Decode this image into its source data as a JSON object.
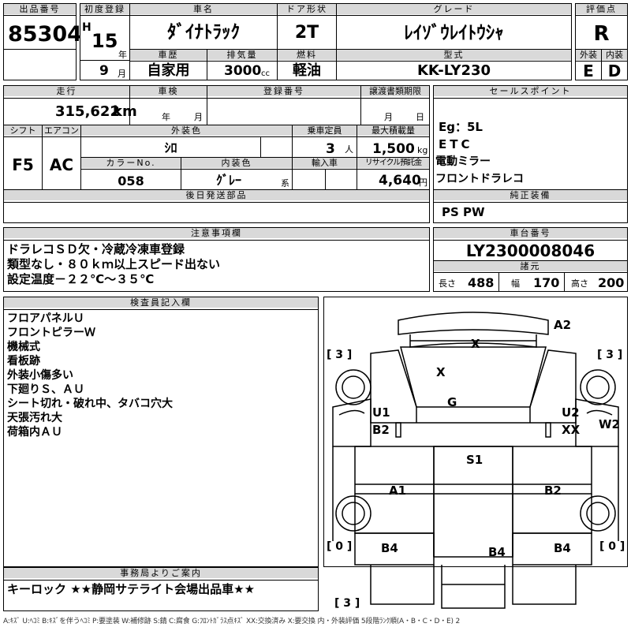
{
  "header": {
    "lot_no_label": "出品番号",
    "lot_no": "85304",
    "first_reg_label": "初度登録",
    "era": "H",
    "year": "15",
    "year_unit": "年",
    "month": "9",
    "month_unit": "月",
    "car_name_label": "車名",
    "car_name": "ﾀﾞｲﾅﾄﾗｯｸ",
    "door_label": "ドア形状",
    "door": "2T",
    "grade_label": "グレード",
    "grade": "ﾚｲｿﾞｳﾚｲﾄｳｼｬ",
    "score_label": "評価点",
    "score": "R",
    "history_label": "車歴",
    "history": "自家用",
    "displacement_label": "排気量",
    "displacement": "3000",
    "displacement_unit": "cc",
    "fuel_label": "燃料",
    "fuel": "軽油",
    "model_label": "型式",
    "model": "KK-LY230",
    "exterior_label": "外装",
    "exterior": "E",
    "interior_label": "内装",
    "interior": "D"
  },
  "row2": {
    "mileage_label": "走行",
    "mileage": "315,622",
    "mileage_unit": "km",
    "inspection_label": "車検",
    "inspection_year_unit": "年",
    "inspection_month_unit": "月",
    "reg_no_label": "登録番号",
    "transfer_label": "譲渡書類期限",
    "transfer_month_unit": "月",
    "transfer_day_unit": "日"
  },
  "row3": {
    "shift_label": "シフト",
    "shift": "F5",
    "aircon_label": "エアコン",
    "aircon": "AC",
    "ext_color_label": "外装色",
    "ext_color": "ｼﾛ",
    "capacity_label": "乗車定員",
    "capacity": "3",
    "capacity_unit": "人",
    "load_label": "最大積載量",
    "load": "1,500",
    "load_unit": "kg",
    "color_no_label": "カラーNo.",
    "color_no": "058",
    "int_color_label": "内装色",
    "int_color": "ｸﾞﾚｰ",
    "int_color_unit": "系",
    "import_label": "輸入車",
    "recycle_label": "リサイクル預託金",
    "recycle": "4,640",
    "recycle_unit": "円"
  },
  "later_parts_label": "後日発送部品",
  "sales_points": {
    "label": "セールスポイント",
    "items": [
      "Eg：5L",
      "ETC",
      "電動ミラー",
      "フロントドラレコ"
    ]
  },
  "genuine_equipment": {
    "label": "純正装備",
    "value": "PS PW"
  },
  "notes": {
    "label": "注意事項欄",
    "lines": [
      "ドラレコＳＤ欠・冷蔵冷凍車登録",
      "類型なし・８０ｋｍ以上スピード出ない",
      "設定温度－２２℃～３５℃"
    ]
  },
  "chassis": {
    "label": "車台番号",
    "value": "LY2300008046",
    "dims_label": "諸元",
    "length_label": "長さ",
    "length": "488",
    "width_label": "幅",
    "width": "170",
    "height_label": "高さ",
    "height": "200"
  },
  "inspector": {
    "label": "検査員記入欄",
    "lines": [
      "フロアパネルＵ",
      "フロントピラーＷ",
      "機械式",
      "看板跡",
      "外装小傷多い",
      "下廻りＳ、ＡＵ",
      "シート切れ・破れ中、タバコ穴大",
      "天張汚れ大",
      "荷箱内ＡＵ"
    ]
  },
  "diagram": {
    "tire_fl": "[ 3 ]",
    "tire_fr": "[ 3 ]",
    "tire_rl": "[ 0 ]",
    "tire_rr": "[ 0 ]",
    "tire_spare": "[ 3 ]",
    "marks": {
      "a2": "A2",
      "x_top": "X",
      "x_mid": "X",
      "g": "G",
      "u1": "U1",
      "b2_left": "B2",
      "u2": "U2",
      "xx": "XX",
      "w2": "W2",
      "s1": "S1",
      "a1": "A1",
      "b2_right": "B2",
      "b4_left": "B4",
      "b4_mid": "B4",
      "b4_right": "B4"
    }
  },
  "office": {
    "label": "事務局よりご案内",
    "text": "キーロック ★★静岡サテライト会場出品車★★"
  },
  "legend": "A:ｷｽﾞ U:ﾍｺﾐ B:ｷｽﾞを伴うﾍｺﾐ P:要塗装 W:補修跡 S:錆 C:腐食 G:ﾌﾛﾝﾄｶﾞﾗｽ点ｷｽﾞ XX:交換済み X:要交換 内・外装評価 5段階ﾗﾝｸ順(A・B・C・D・E) 2"
}
